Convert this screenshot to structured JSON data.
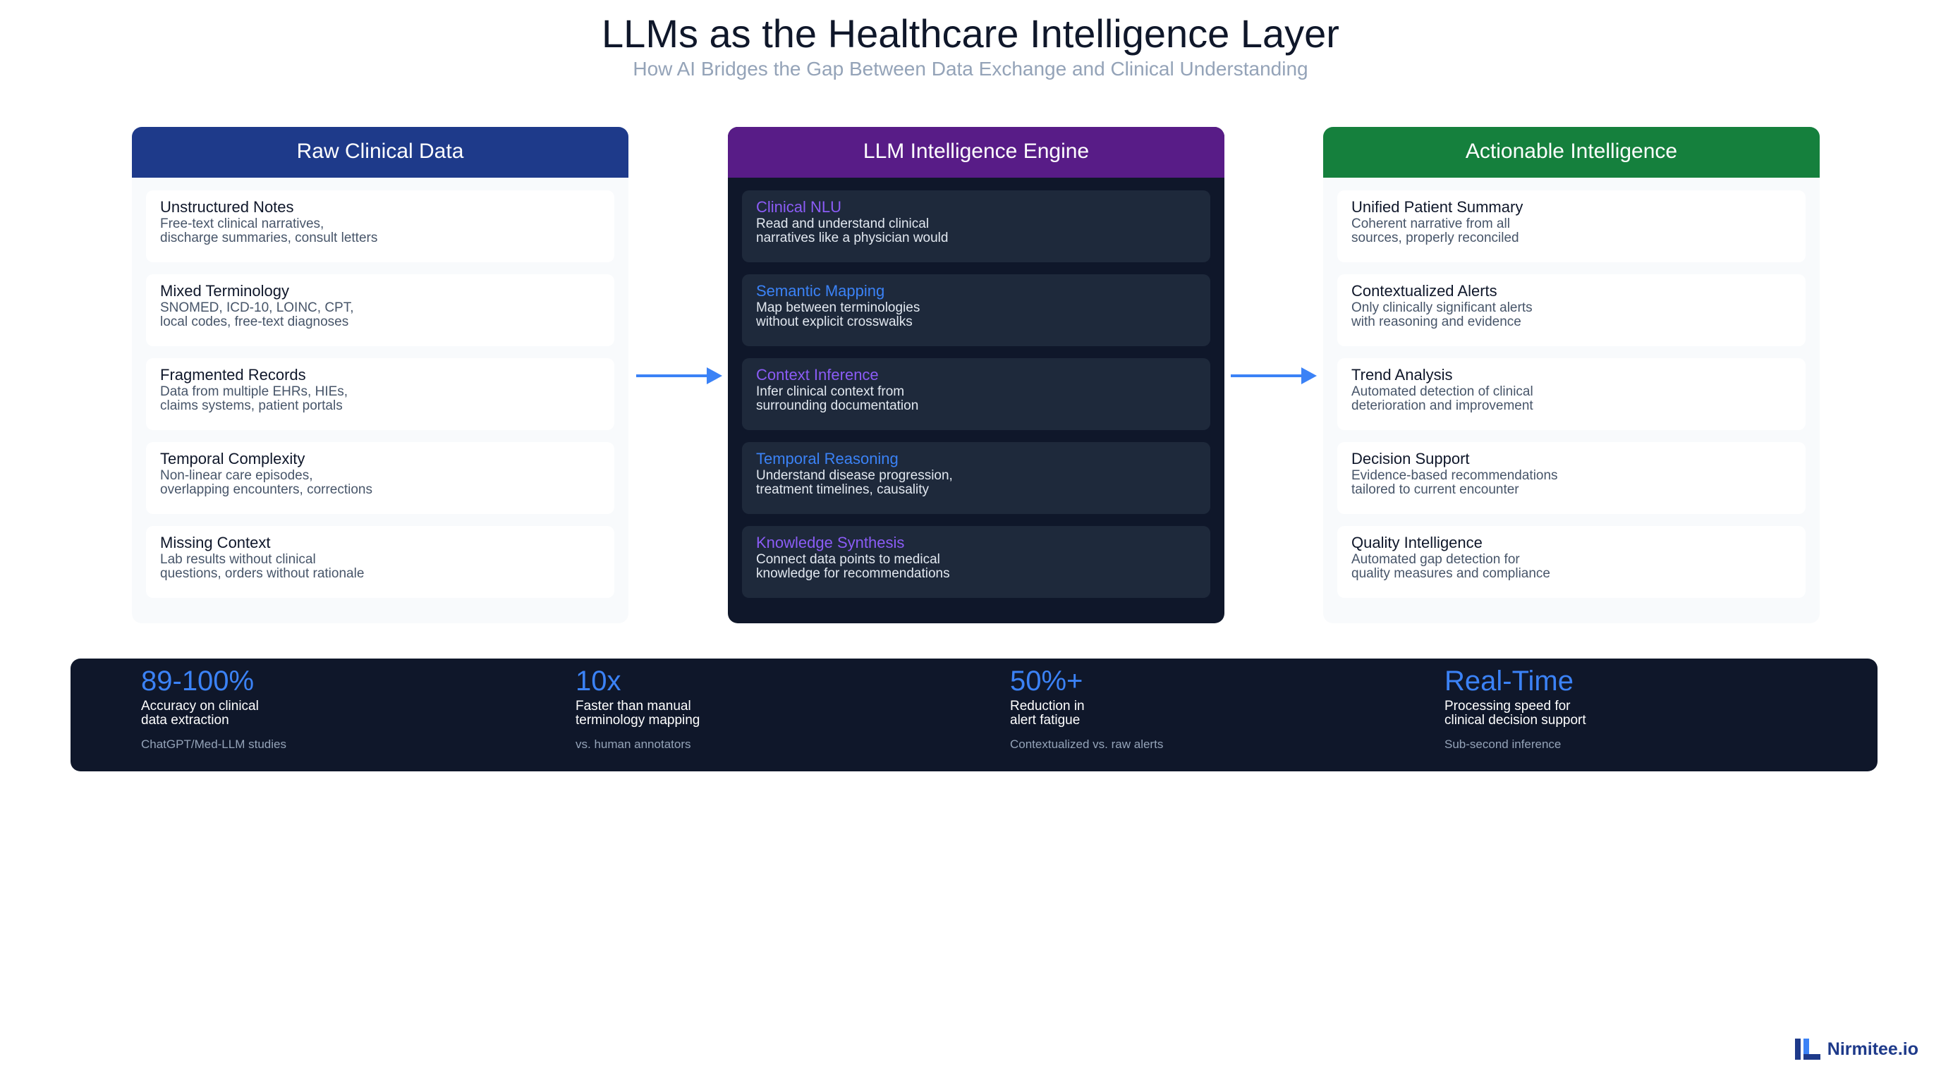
{
  "header": {
    "title": "LLMs as the Healthcare Intelligence Layer",
    "subtitle": "How AI Bridges the Gap Between Data Exchange and Clinical Understanding"
  },
  "columns": [
    {
      "title": "Raw Clinical Data",
      "header_color": "#1e3a8a",
      "cards": [
        {
          "title": "Unstructured Notes",
          "desc": "Free-text clinical narratives,\ndischarge summaries, consult letters"
        },
        {
          "title": "Mixed Terminology",
          "desc": "SNOMED, ICD-10, LOINC, CPT,\nlocal codes, free-text diagnoses"
        },
        {
          "title": "Fragmented Records",
          "desc": "Data from multiple EHRs, HIEs,\nclaims systems, patient portals"
        },
        {
          "title": "Temporal Complexity",
          "desc": "Non-linear care episodes,\noverlapping encounters, corrections"
        },
        {
          "title": "Missing Context",
          "desc": "Lab results without clinical\nquestions, orders without rationale"
        }
      ]
    },
    {
      "title": "LLM Intelligence Engine",
      "header_color": "#581c87",
      "cards": [
        {
          "title": "Clinical NLU",
          "desc": "Read and understand clinical\nnarratives like a physician would",
          "accent": "#8b5cf6"
        },
        {
          "title": "Semantic Mapping",
          "desc": "Map between terminologies\nwithout explicit crosswalks",
          "accent": "#3b82f6"
        },
        {
          "title": "Context Inference",
          "desc": "Infer clinical context from\nsurrounding documentation",
          "accent": "#8b5cf6"
        },
        {
          "title": "Temporal Reasoning",
          "desc": "Understand disease progression,\ntreatment timelines, causality",
          "accent": "#3b82f6"
        },
        {
          "title": "Knowledge Synthesis",
          "desc": "Connect data points to medical\nknowledge for recommendations",
          "accent": "#8b5cf6"
        }
      ]
    },
    {
      "title": "Actionable Intelligence",
      "header_color": "#15803d",
      "cards": [
        {
          "title": "Unified Patient Summary",
          "desc": "Coherent narrative from all\nsources, properly reconciled"
        },
        {
          "title": "Contextualized Alerts",
          "desc": "Only clinically significant alerts\nwith reasoning and evidence"
        },
        {
          "title": "Trend Analysis",
          "desc": "Automated detection of clinical\ndeterioration and improvement"
        },
        {
          "title": "Decision Support",
          "desc": "Evidence-based recommendations\ntailored to current encounter"
        },
        {
          "title": "Quality Intelligence",
          "desc": "Automated gap detection for\nquality measures and compliance"
        }
      ]
    }
  ],
  "stats": [
    {
      "value": "89-100%",
      "label": "Accuracy on clinical\ndata extraction",
      "note": "ChatGPT/Med-LLM studies"
    },
    {
      "value": "10x",
      "label": "Faster than manual\nterminology mapping",
      "note": "vs. human annotators"
    },
    {
      "value": "50%+",
      "label": "Reduction in\nalert fatigue",
      "note": "Contextualized vs. raw alerts"
    },
    {
      "value": "Real-Time",
      "label": "Processing speed for\nclinical decision support",
      "note": "Sub-second inference"
    }
  ],
  "colors": {
    "arrow": "#3b82f6",
    "stat_value": "#3b82f6",
    "logo": "#1e3a8a"
  },
  "logo": {
    "text": "Nirmitee.io"
  }
}
